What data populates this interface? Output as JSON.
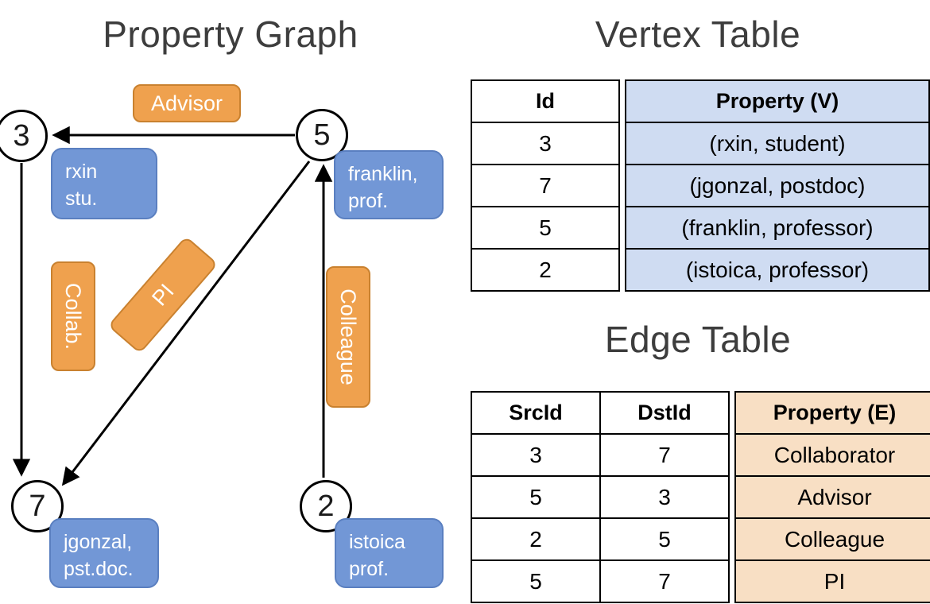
{
  "titles": {
    "graph": "Property Graph",
    "vertex_table": "Vertex Table",
    "edge_table": "Edge Table"
  },
  "graph": {
    "vertices": {
      "v3": {
        "id": "3",
        "line1": "rxin",
        "line2": "stu."
      },
      "v5": {
        "id": "5",
        "line1": "franklin,",
        "line2": "prof."
      },
      "v7": {
        "id": "7",
        "line1": "jgonzal,",
        "line2": "pst.doc."
      },
      "v2": {
        "id": "2",
        "line1": "istoica",
        "line2": "prof."
      }
    },
    "edge_labels": {
      "advisor": "Advisor",
      "collab": "Collab.",
      "pi": "PI",
      "colleague": "Colleague"
    }
  },
  "vertex_table": {
    "columns": {
      "id": "Id",
      "property": "Property (V)"
    },
    "rows": [
      {
        "id": "3",
        "property": "(rxin, student)"
      },
      {
        "id": "7",
        "property": "(jgonzal, postdoc)"
      },
      {
        "id": "5",
        "property": "(franklin, professor)"
      },
      {
        "id": "2",
        "property": "(istoica, professor)"
      }
    ]
  },
  "edge_table": {
    "columns": {
      "src": "SrcId",
      "dst": "DstId",
      "property": "Property (E)"
    },
    "rows": [
      {
        "src": "3",
        "dst": "7",
        "property": "Collaborator"
      },
      {
        "src": "5",
        "dst": "3",
        "property": "Advisor"
      },
      {
        "src": "2",
        "dst": "5",
        "property": "Colleague"
      },
      {
        "src": "5",
        "dst": "7",
        "property": "PI"
      }
    ]
  },
  "colors": {
    "edge_label_fill": "#EFA14E",
    "edge_label_border": "#C9812F",
    "vertex_prop_fill": "#7297D6",
    "vertex_prop_border": "#5A7FC0",
    "vertex_table_property_bg": "#CFDCF2",
    "edge_table_property_bg": "#F8DFC4"
  }
}
